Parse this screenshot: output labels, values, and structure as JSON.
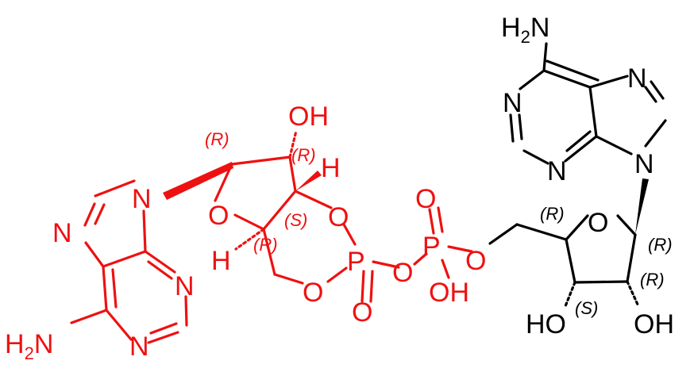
{
  "colors": {
    "highlight": "#ee1111",
    "default": "#000000"
  },
  "molecule": {
    "left_fragment": {
      "adenine": {
        "amine": "H2N",
        "n1": "N",
        "n3": "N",
        "n7": "N",
        "n9": "N"
      },
      "ribose": {
        "ring_o": "O",
        "oh": "OH",
        "h_top": "H",
        "h_bottom": "H",
        "c1_label": "(R)",
        "c2_label": "(R)",
        "c3_label": "(S)",
        "c4_label": "(R)"
      },
      "cyclic_phosphate": {
        "o_ring_top": "O",
        "o_ring_bottom": "O",
        "p": "P",
        "o_double": "O"
      }
    },
    "bridge": {
      "o_link_left": "O",
      "p": "P",
      "o_double": "O",
      "oh": "OH",
      "o_link_right": "O"
    },
    "right_fragment": {
      "adenine": {
        "amine": "H2N",
        "n1": "N",
        "n3": "N",
        "n7": "N",
        "n9": "N"
      },
      "ribose": {
        "ring_o": "O",
        "oh_left": "HO",
        "oh_right": "OH",
        "c4_label": "(R)",
        "c1_label": "(R)",
        "c2_label": "(R)",
        "c3_label": "(S)"
      }
    }
  }
}
